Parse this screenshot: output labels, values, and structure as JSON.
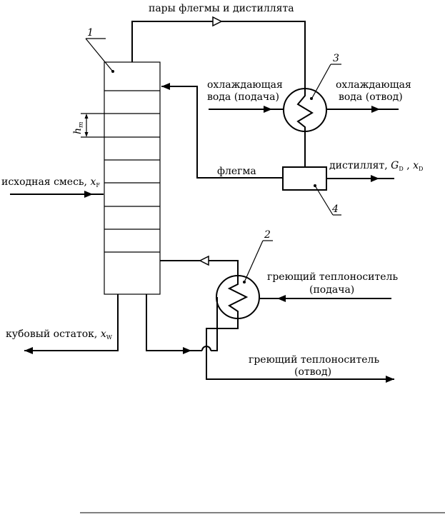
{
  "labels": {
    "vapors": "пары флегмы и дистиллята",
    "cooling_in_1": "охлаждающая",
    "cooling_in_2": "вода (подача)",
    "cooling_out_1": "охлаждающая",
    "cooling_out_2": "вода (отвод)",
    "reflux": "флегма",
    "distillate": "дистиллят,",
    "distillate_G": "G",
    "distillate_G_sub": "D",
    "distillate_sep": ",",
    "distillate_x": "x",
    "distillate_x_sub": "D",
    "feed": "исходная смесь,",
    "feed_x": "x",
    "feed_x_sub": "F",
    "bottoms": "кубовый остаток,",
    "bottoms_x": "x",
    "bottoms_x_sub": "W",
    "heat_in_1": "греющий теплоноситель",
    "heat_in_2": "(подача)",
    "heat_out_1": "греющий теплоноситель",
    "heat_out_2": "(отвод)",
    "tray_h": "h",
    "tray_h_sub": "т"
  },
  "callouts": {
    "column": "1",
    "reboiler": "2",
    "condenser": "3",
    "separator": "4"
  }
}
